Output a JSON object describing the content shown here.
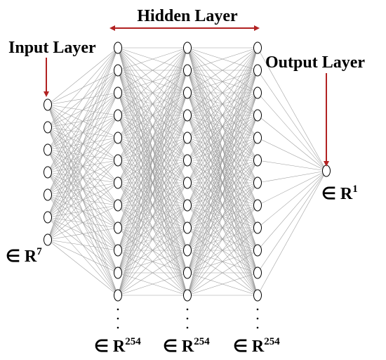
{
  "labels": {
    "hidden_layer": "Hidden Layer",
    "input_layer": "Input Layer",
    "output_layer": "Output Layer"
  },
  "dimensions": {
    "input": {
      "set": "∈ R",
      "exp": "7"
    },
    "hidden1": {
      "set": "∈ R",
      "exp": "254"
    },
    "hidden2": {
      "set": "∈ R",
      "exp": "254"
    },
    "hidden3": {
      "set": "∈ R",
      "exp": "254"
    },
    "output": {
      "set": "∈ R",
      "exp": "1"
    }
  },
  "network": {
    "input_nodes_drawn": 7,
    "hidden_nodes_drawn": 12,
    "hidden_layers": 3,
    "output_nodes_drawn": 1
  },
  "colors": {
    "arrow": "#b22222",
    "edge": "#9a9a9a",
    "node_stroke": "#000000"
  }
}
